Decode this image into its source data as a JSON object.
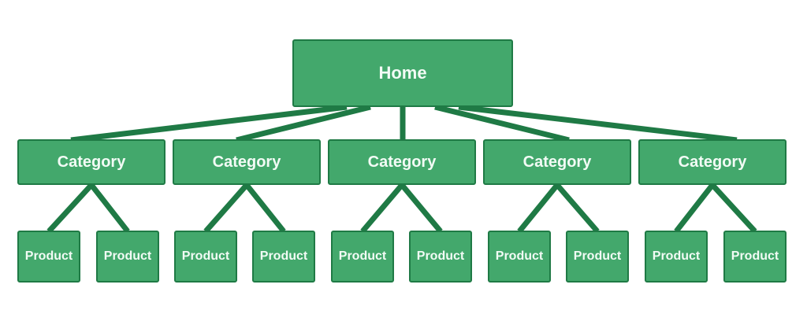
{
  "colors": {
    "fill": "#43a86c",
    "stroke": "#1f7a45",
    "line": "#1f7a45",
    "text": "#f2fbf5"
  },
  "root": {
    "label": "Home"
  },
  "categories": [
    {
      "label": "Category",
      "products": [
        "Product",
        "Product"
      ]
    },
    {
      "label": "Category",
      "products": [
        "Product",
        "Product"
      ]
    },
    {
      "label": "Category",
      "products": [
        "Product",
        "Product"
      ]
    },
    {
      "label": "Category",
      "products": [
        "Product",
        "Product"
      ]
    },
    {
      "label": "Category",
      "products": [
        "Product",
        "Product"
      ]
    }
  ]
}
